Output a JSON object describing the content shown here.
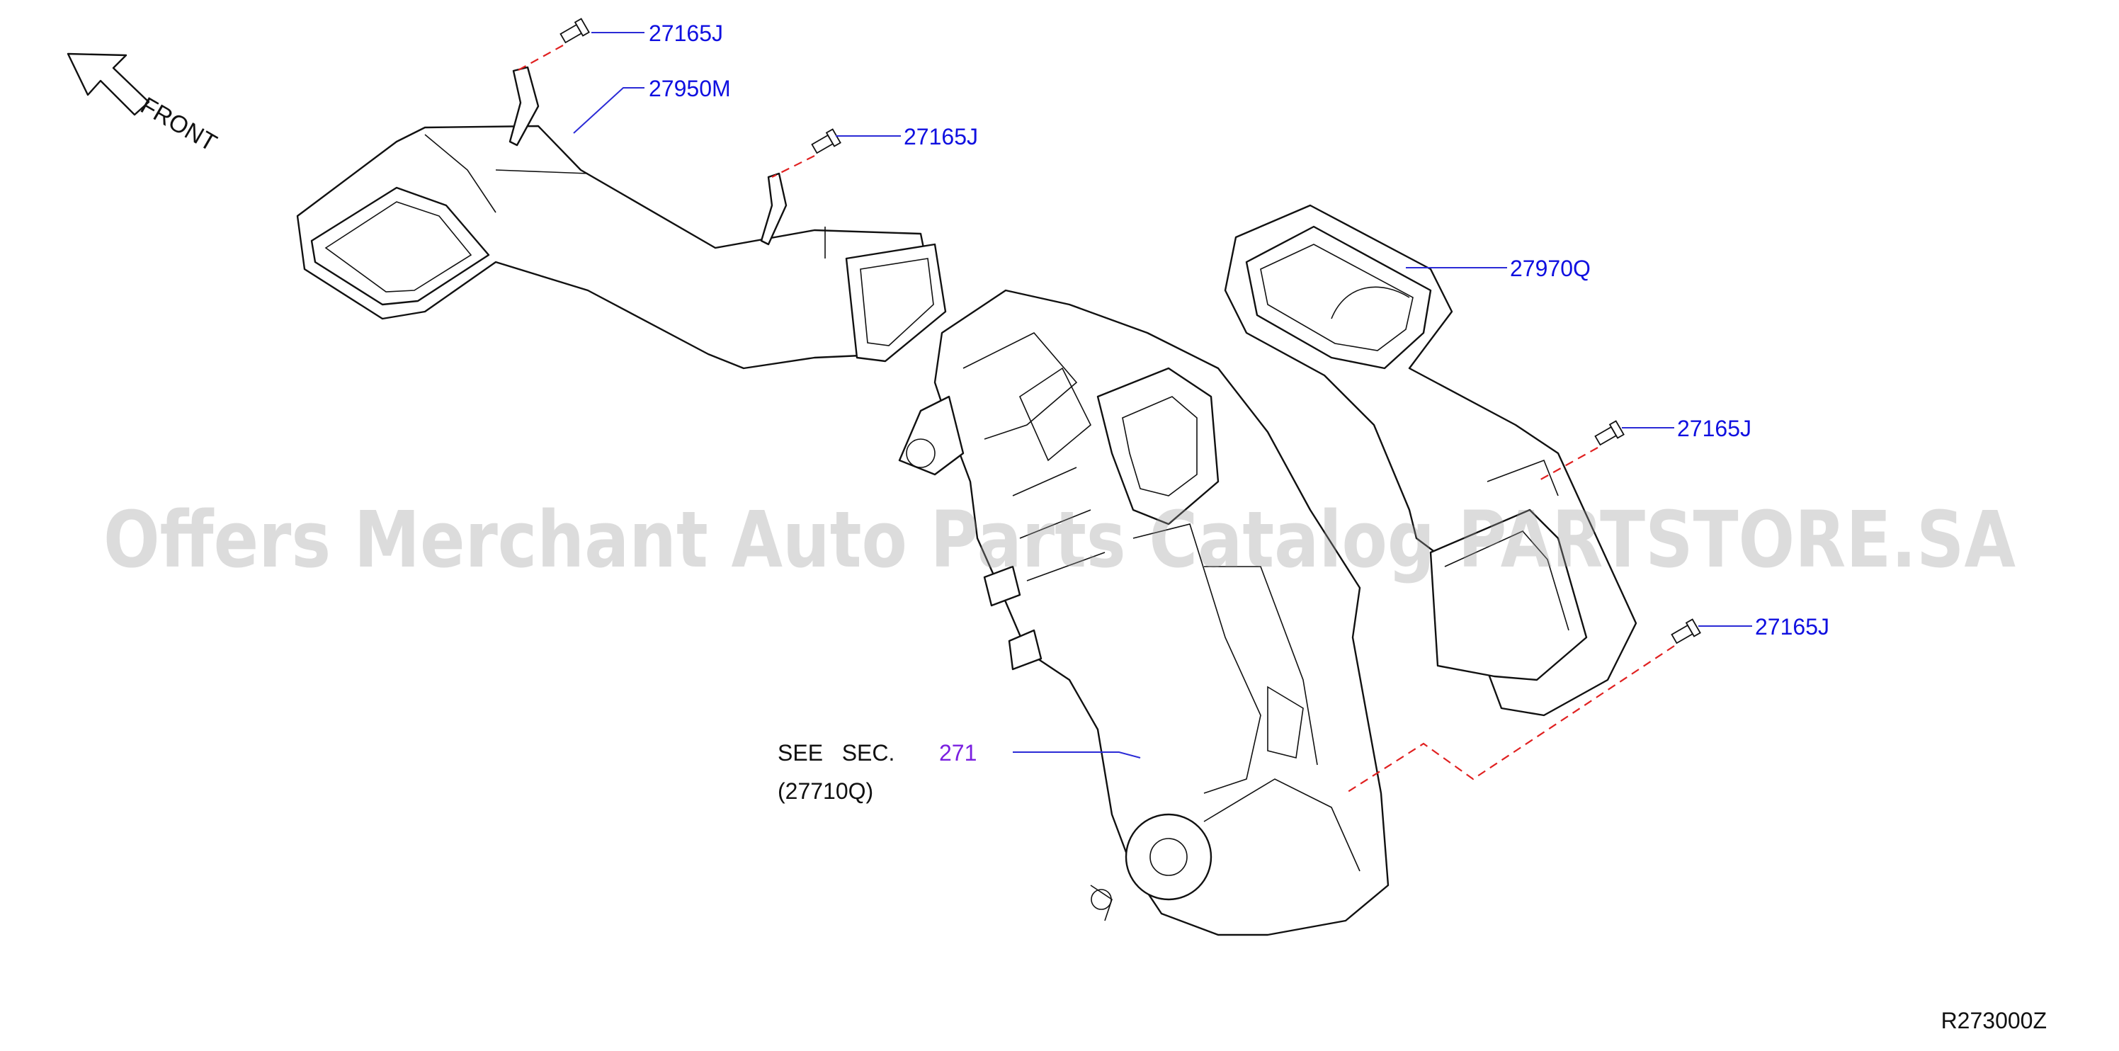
{
  "orientation": {
    "label": "FRONT"
  },
  "callouts": [
    {
      "id": "bolt-top",
      "part_no": "27165J"
    },
    {
      "id": "duct-left",
      "part_no": "27950M"
    },
    {
      "id": "bolt-mid",
      "part_no": "27165J"
    },
    {
      "id": "duct-right",
      "part_no": "27970Q"
    },
    {
      "id": "bolt-right-upper",
      "part_no": "27165J"
    },
    {
      "id": "bolt-right-lower",
      "part_no": "27165J"
    }
  ],
  "section_ref": {
    "prefix": "SEE   SEC.",
    "section": "271",
    "part_no": "(27710Q)"
  },
  "watermark": "Offers Merchant Auto Parts Catalog PARTSTORE.SA",
  "diagram_code": "R273000Z",
  "colors": {
    "part_label": "#1010e0",
    "section_link": "#7a1fe0",
    "fastener_line": "#e02020",
    "leader_line": "#2b2bd6"
  }
}
